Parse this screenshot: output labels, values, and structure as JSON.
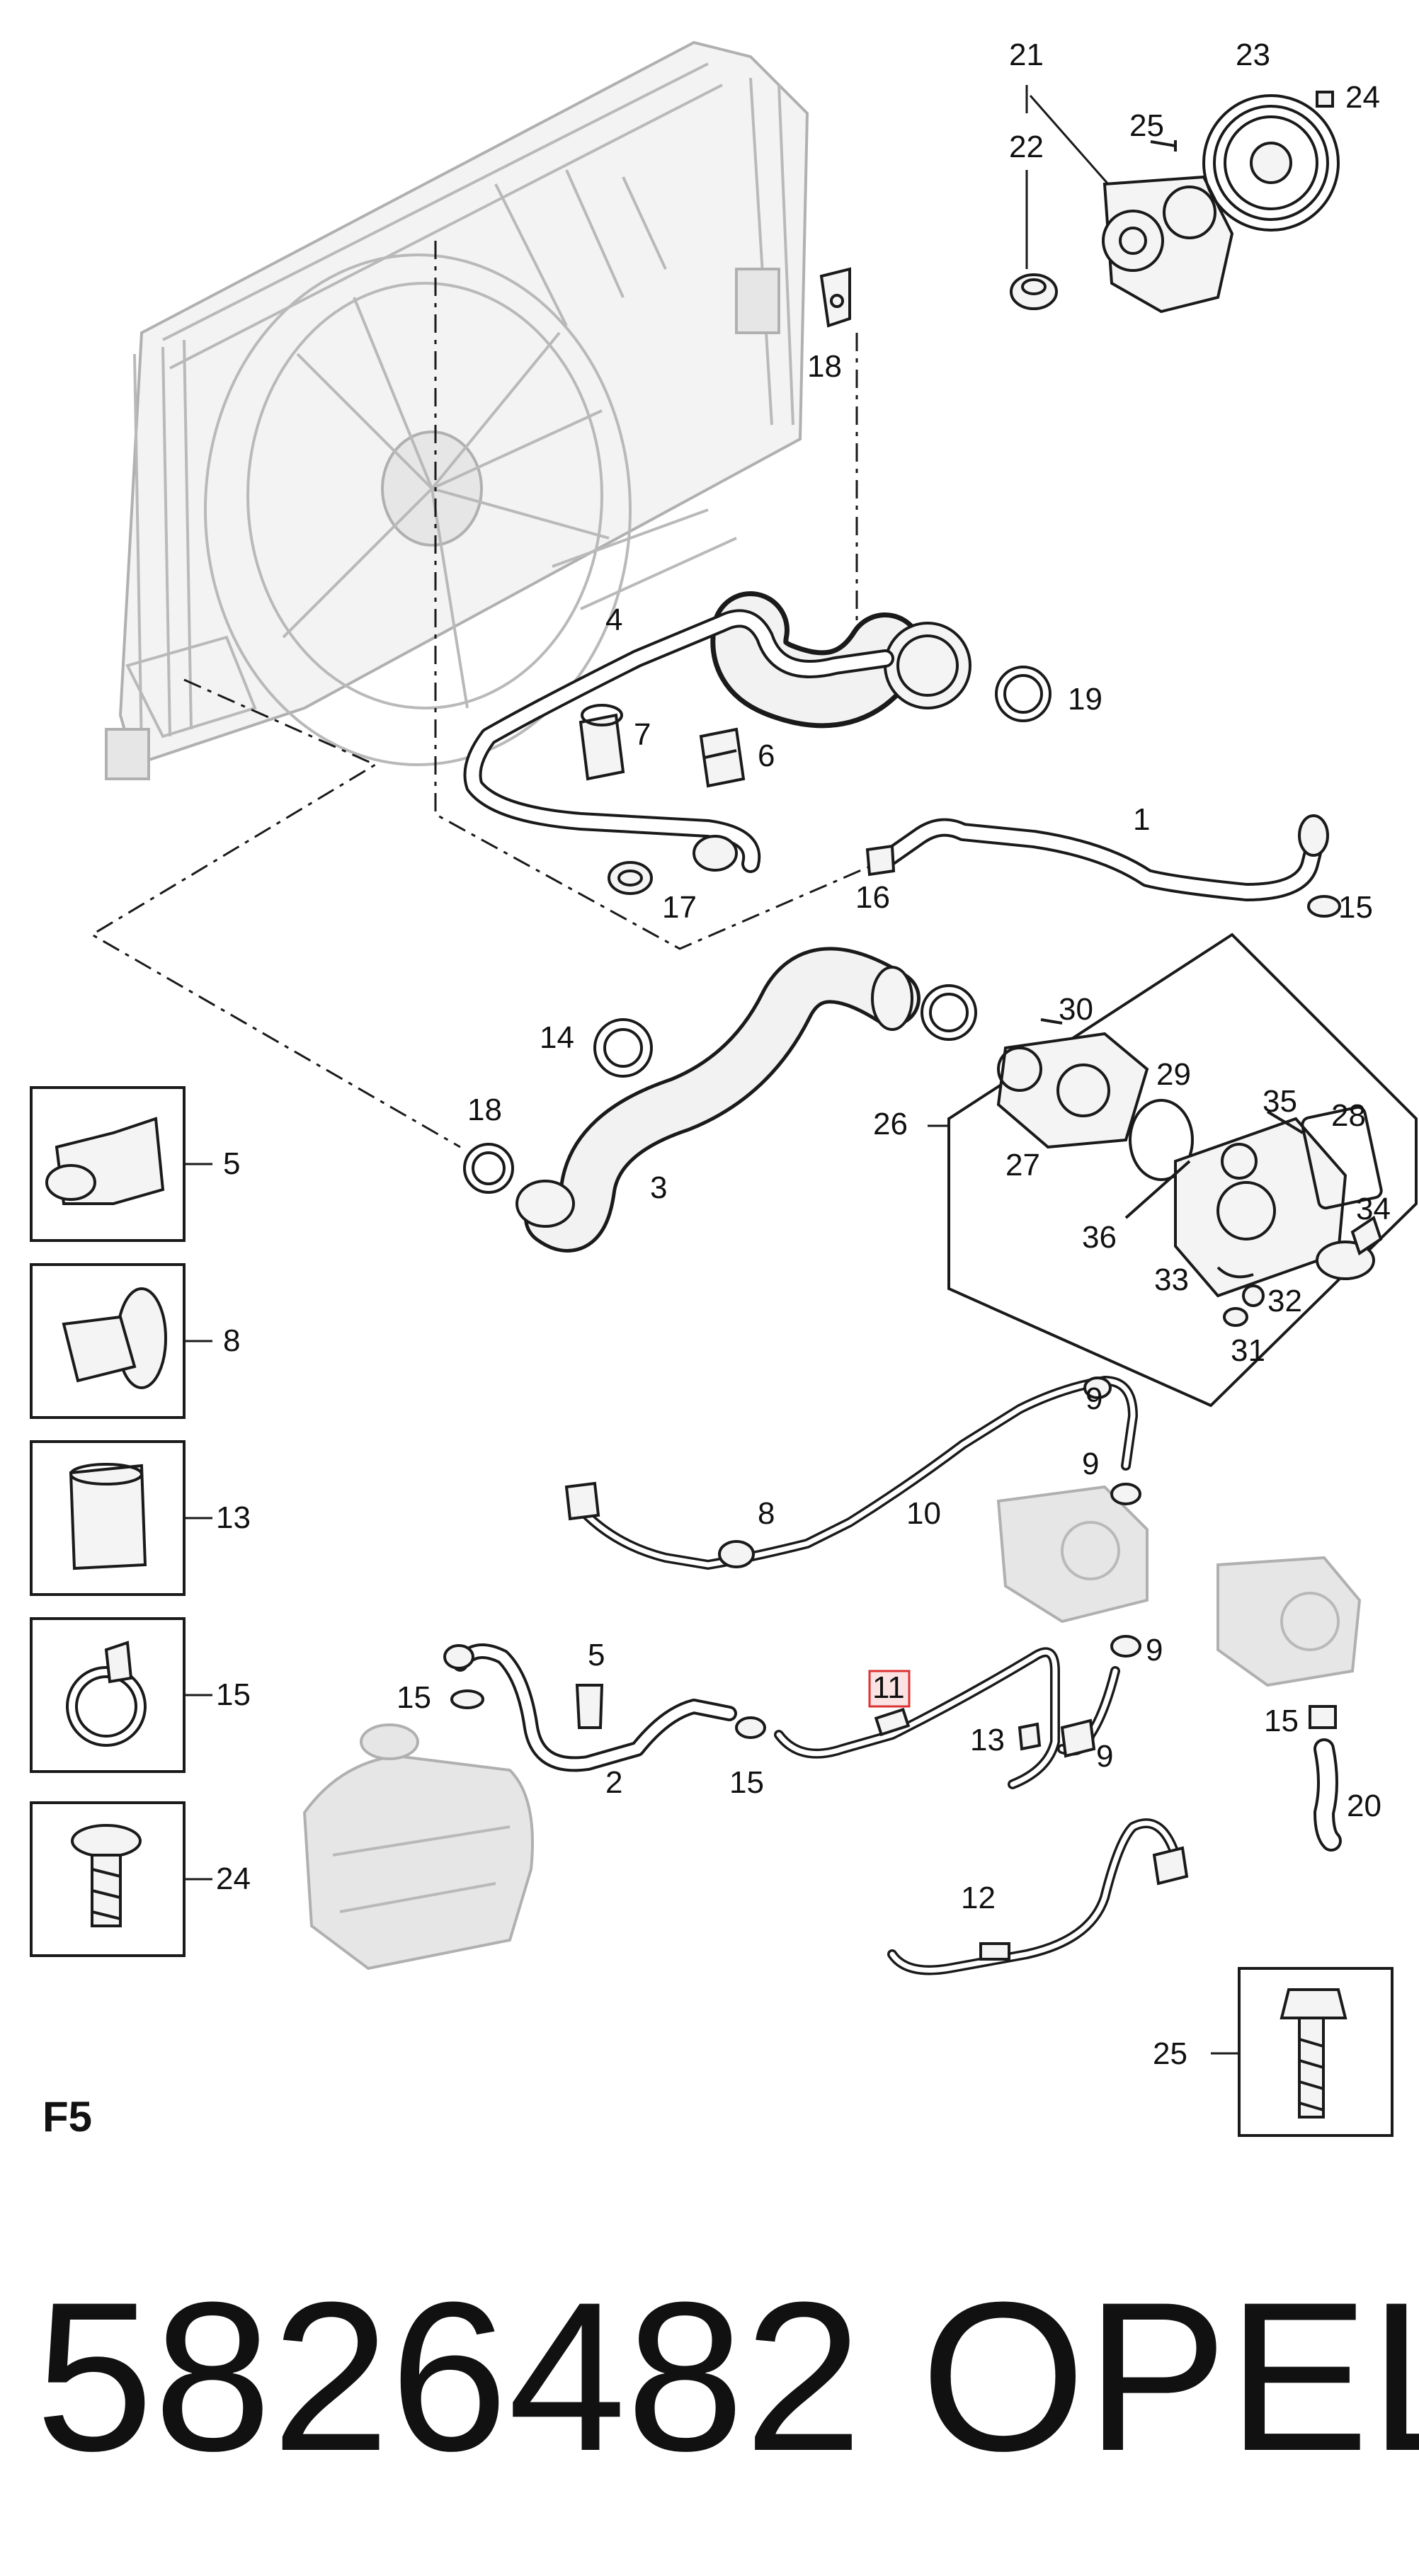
{
  "diagram": {
    "section": "F5",
    "part_number": "5826482",
    "brand": "OPEL",
    "highlighted_callout": "11",
    "callouts": [
      "1",
      "2",
      "3",
      "4",
      "5",
      "6",
      "7",
      "8",
      "9",
      "10",
      "11",
      "12",
      "13",
      "14",
      "15",
      "16",
      "17",
      "18",
      "19",
      "20",
      "21",
      "22",
      "23",
      "24",
      "25",
      "26",
      "27",
      "28",
      "29",
      "30",
      "31",
      "32",
      "33",
      "34",
      "35",
      "36"
    ],
    "detail_boxes": [
      "5",
      "8",
      "13",
      "15",
      "24",
      "25"
    ],
    "highlight_color": "#d33333"
  }
}
